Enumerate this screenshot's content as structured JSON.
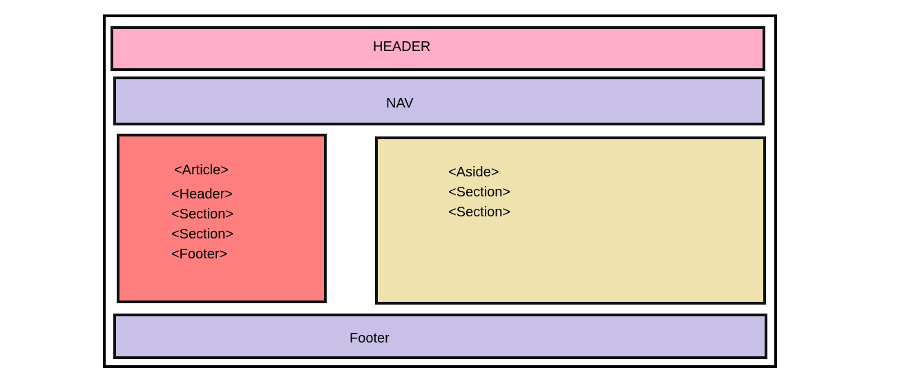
{
  "colors": {
    "header": "#ffadc8",
    "nav": "#c8c0e6",
    "article": "#ff7f7f",
    "aside": "#efe2ae",
    "footer": "#c8c0e6",
    "border": "#111111"
  },
  "header": {
    "label": "HEADER"
  },
  "nav": {
    "label": "NAV"
  },
  "article": {
    "title": "<Article>",
    "items": [
      "<Header>",
      "<Section>",
      "<Section>",
      "<Footer>"
    ]
  },
  "aside": {
    "items": [
      "<Aside>",
      "<Section>",
      "<Section>"
    ]
  },
  "footer": {
    "label": "Footer"
  }
}
